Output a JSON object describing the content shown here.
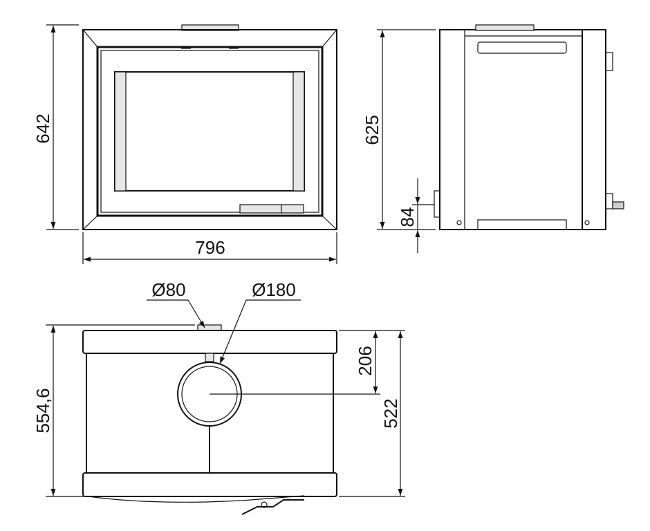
{
  "front_view": {
    "height": "642",
    "width": "796"
  },
  "side_view": {
    "height": "625",
    "offset": "84"
  },
  "top_view": {
    "flue_small": "Ø80",
    "flue_large": "Ø180",
    "depth_total": "554,6",
    "depth_body": "522",
    "flue_offset": "206"
  }
}
